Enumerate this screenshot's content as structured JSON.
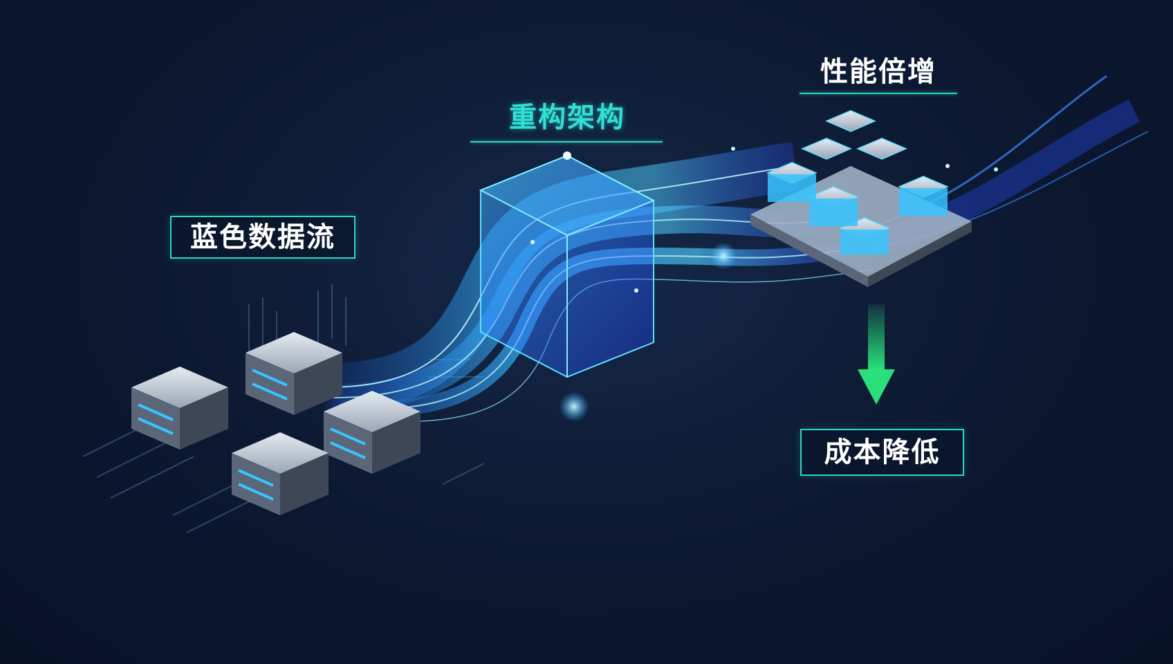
{
  "labels": {
    "data_stream": "蓝色数据流",
    "restructure": "重构架构",
    "performance": "性能倍增",
    "cost": "成本降低"
  },
  "icons": {
    "left_servers": "server-rack-icon",
    "center_block": "glass-cube-icon",
    "right_cluster": "server-cluster-icon",
    "down_arrow": "arrow-down-icon"
  },
  "colors": {
    "background": "#0d1a33",
    "accent_teal": "#2fd6c0",
    "flow_blue": "#2aa8ff",
    "arrow_green": "#29e07a"
  }
}
